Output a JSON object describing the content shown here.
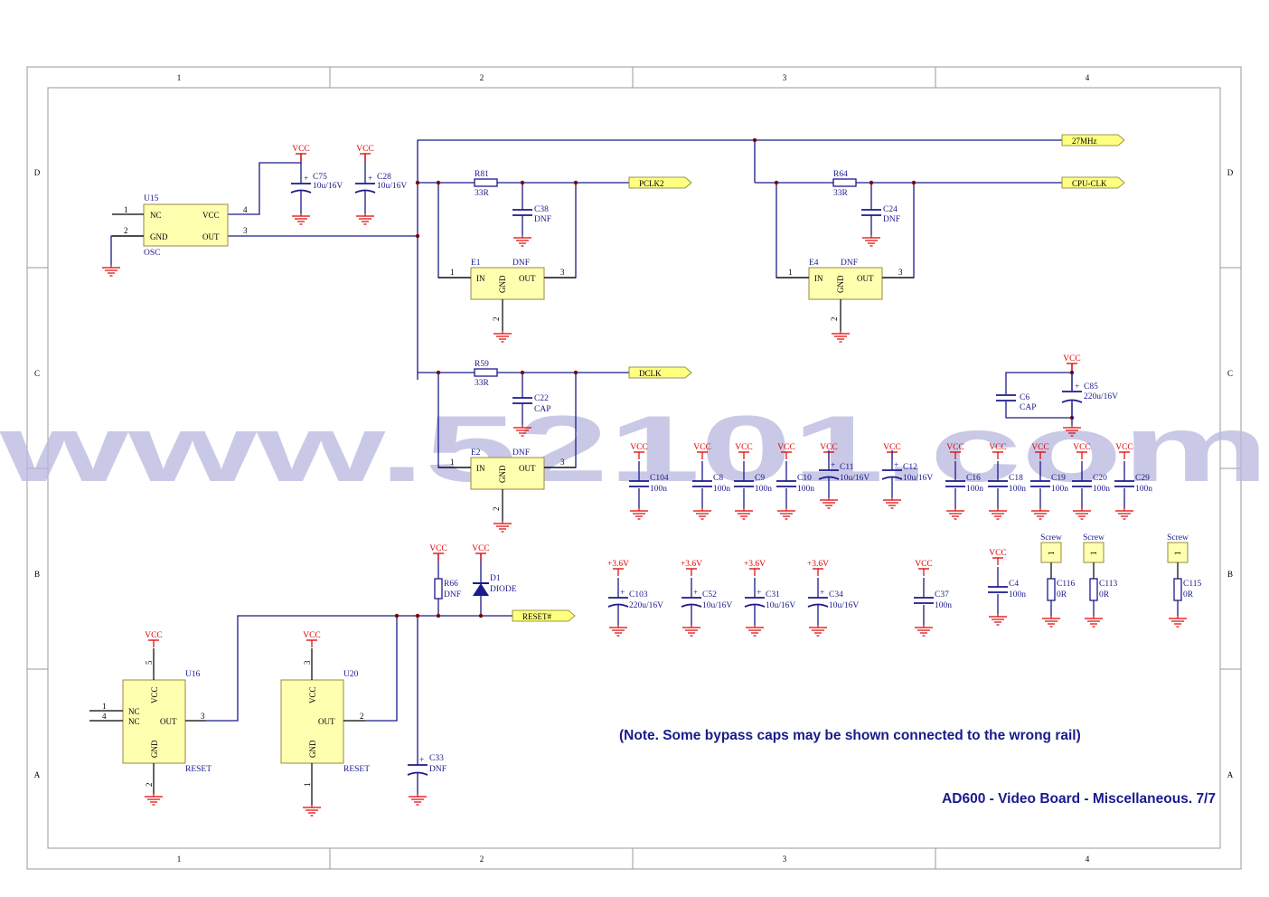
{
  "zones": {
    "cols": [
      "1",
      "2",
      "3",
      "4"
    ],
    "rows": [
      "D",
      "C",
      "B",
      "A"
    ]
  },
  "title": "AD600 - Video Board - Miscellaneous. 7/7",
  "note": "(Note. Some bypass caps may be shown connected to the wrong rail)",
  "watermark": "www.52101.com",
  "nets": {
    "vcc": "VCC",
    "v36": "+3.6V"
  },
  "ports": {
    "clk27": "27MHz",
    "pclk2": "PCLK2",
    "cpuclk": "CPU-CLK",
    "dclk": "DCLK",
    "reset": "RESET#"
  },
  "u15": {
    "ref": "U15",
    "type": "OSC",
    "nc": "NC",
    "gnd": "GND",
    "vcc": "VCC",
    "out": "OUT",
    "p1": "1",
    "p2": "2",
    "p3": "3",
    "p4": "4"
  },
  "filters": [
    {
      "ref": "E1",
      "val": "DNF",
      "in": "IN",
      "gnd": "GND",
      "out": "OUT",
      "p1": "1",
      "p2": "2",
      "p3": "3"
    },
    {
      "ref": "E4",
      "val": "DNF",
      "in": "IN",
      "gnd": "GND",
      "out": "OUT",
      "p1": "1",
      "p2": "2",
      "p3": "3"
    },
    {
      "ref": "E2",
      "val": "DNF",
      "in": "IN",
      "gnd": "GND",
      "out": "OUT",
      "p1": "1",
      "p2": "2",
      "p3": "3"
    }
  ],
  "resistors": {
    "r81": {
      "ref": "R81",
      "val": "33R"
    },
    "r64": {
      "ref": "R64",
      "val": "33R"
    },
    "r59": {
      "ref": "R59",
      "val": "33R"
    },
    "r66": {
      "ref": "R66",
      "val": "DNF"
    }
  },
  "caps_top": {
    "c75": {
      "ref": "C75",
      "val": "10u/16V"
    },
    "c28": {
      "ref": "C28",
      "val": "10u/16V"
    },
    "c38": {
      "ref": "C38",
      "val": "DNF"
    },
    "c24": {
      "ref": "C24",
      "val": "DNF"
    },
    "c22": {
      "ref": "C22",
      "val": "CAP"
    },
    "c6": {
      "ref": "C6",
      "val": "CAP"
    },
    "c85": {
      "ref": "C85",
      "val": "220u/16V"
    },
    "c33": {
      "ref": "C33",
      "val": "DNF"
    }
  },
  "bypass_row": [
    {
      "ref": "C104",
      "val": "100n"
    },
    {
      "ref": "C8",
      "val": "100n"
    },
    {
      "ref": "C9",
      "val": "100n"
    },
    {
      "ref": "C10",
      "val": "100n"
    },
    {
      "ref": "C11",
      "val": "10u/16V"
    },
    {
      "ref": "C12",
      "val": "10u/16V"
    },
    {
      "ref": "C16",
      "val": "100n"
    },
    {
      "ref": "C18",
      "val": "100n"
    },
    {
      "ref": "C19",
      "val": "100n"
    },
    {
      "ref": "C20",
      "val": "100n"
    },
    {
      "ref": "C29",
      "val": "100n"
    }
  ],
  "rail36_caps": [
    {
      "ref": "C103",
      "val": "220u/16V"
    },
    {
      "ref": "C52",
      "val": "10u/16V"
    },
    {
      "ref": "C31",
      "val": "10u/16V"
    },
    {
      "ref": "C34",
      "val": "10u/16V"
    }
  ],
  "misc_caps": [
    {
      "ref": "C37",
      "val": "100n"
    },
    {
      "ref": "C4",
      "val": "100n"
    }
  ],
  "screws": [
    {
      "label": "Screw",
      "pin": "1",
      "ref": "C116",
      "val": "0R"
    },
    {
      "label": "Screw",
      "pin": "1",
      "ref": "C113",
      "val": "0R"
    },
    {
      "label": "Screw",
      "pin": "1",
      "ref": "C115",
      "val": "0R"
    }
  ],
  "d1": {
    "ref": "D1",
    "val": "DIODE"
  },
  "u16": {
    "ref": "U16",
    "type": "RESET",
    "nc1": "NC",
    "nc2": "NC",
    "vcc": "VCC",
    "gnd": "GND",
    "out": "OUT",
    "p1": "1",
    "p2": "2",
    "p3": "3",
    "p4": "4",
    "p5": "5"
  },
  "u20": {
    "ref": "U20",
    "type": "RESET",
    "vcc": "VCC",
    "gnd": "GND",
    "out": "OUT",
    "p1": "1",
    "p2": "2",
    "p3": "3"
  }
}
